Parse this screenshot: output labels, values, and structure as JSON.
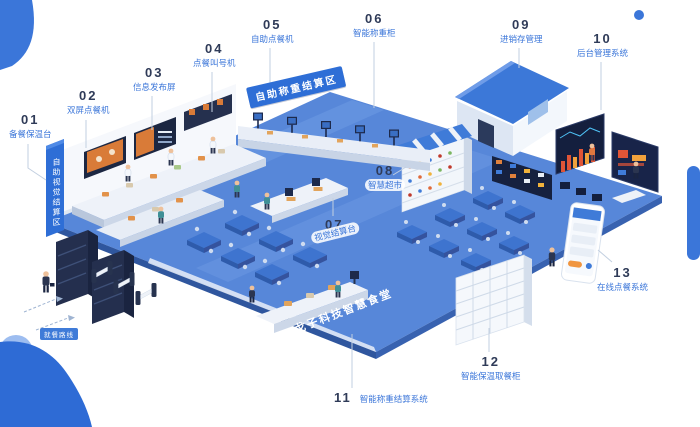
{
  "scene": {
    "floor_banner": "戈子科技智慧食堂",
    "zone_banner_vision": "自助视觉结算区",
    "zone_banner_weighing": "自助称重结算区",
    "route_tag": "就餐路线"
  },
  "callouts": [
    {
      "num": "01",
      "label": "备餐保温台"
    },
    {
      "num": "02",
      "label": "双屏点餐机"
    },
    {
      "num": "03",
      "label": "信息发布屏"
    },
    {
      "num": "04",
      "label": "点餐叫号机"
    },
    {
      "num": "05",
      "label": "自助点餐机"
    },
    {
      "num": "06",
      "label": "智能称重柜"
    },
    {
      "num": "07",
      "label": "视觉结算台"
    },
    {
      "num": "08",
      "label": "智慧超市"
    },
    {
      "num": "09",
      "label": "进销存管理"
    },
    {
      "num": "10",
      "label": "后台管理系统"
    },
    {
      "num": "11",
      "label": "智能称重结算系统"
    },
    {
      "num": "12",
      "label": "智能保温取餐柜"
    },
    {
      "num": "13",
      "label": "在线点餐系统"
    }
  ],
  "colors": {
    "accent_blue": "#2e6ed6",
    "floor_blue": "#5787d9",
    "number_navy": "#2f3b58",
    "label_blue": "#3b76d9",
    "highlight_orange": "#e0813c"
  }
}
